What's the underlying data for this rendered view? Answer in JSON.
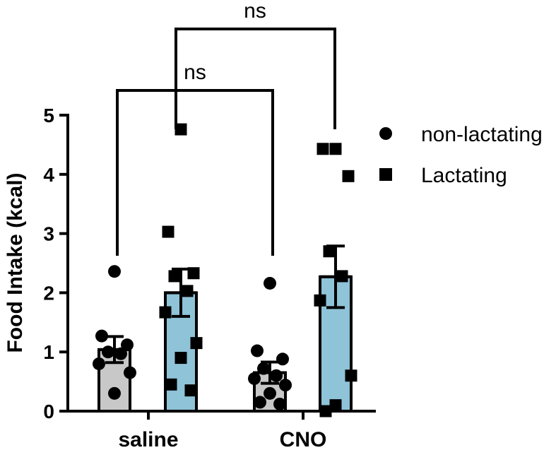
{
  "chart_data": {
    "type": "bar",
    "categories": [
      "saline",
      "CNO"
    ],
    "ylabel": "Food Intake (kcal)",
    "xlabel": "",
    "ylim": [
      0,
      5
    ],
    "yticks": [
      "0",
      "1",
      "2",
      "3",
      "4",
      "5"
    ],
    "series": [
      {
        "name": "non-lactating",
        "color": "#c8c8c8",
        "marker": "circle",
        "means": [
          1.04,
          0.65
        ],
        "sem": [
          0.22,
          0.18
        ],
        "points": [
          [
            2.36,
            1.27,
            1.12,
            1.0,
            0.97,
            0.8,
            0.65,
            0.3
          ],
          [
            2.16,
            1.02,
            0.88,
            0.72,
            0.6,
            0.55,
            0.44,
            0.3,
            0.15,
            0.12
          ]
        ]
      },
      {
        "name": "Lactating",
        "color": "#8fc3d8",
        "marker": "square",
        "means": [
          2.0,
          2.27
        ],
        "sem": [
          0.4,
          0.52
        ],
        "points": [
          [
            4.76,
            3.03,
            2.33,
            2.28,
            2.03,
            1.67,
            1.15,
            0.9,
            0.45,
            0.35
          ],
          [
            4.43,
            4.43,
            3.97,
            2.7,
            2.28,
            1.87,
            0.6,
            0.1,
            0.0
          ]
        ]
      }
    ],
    "annotations": [
      {
        "label": "ns",
        "from": "saline non-lactating",
        "to": "CNO non-lactating"
      },
      {
        "label": "ns",
        "from": "saline Lactating",
        "to": "CNO Lactating"
      }
    ],
    "legend": "right"
  }
}
